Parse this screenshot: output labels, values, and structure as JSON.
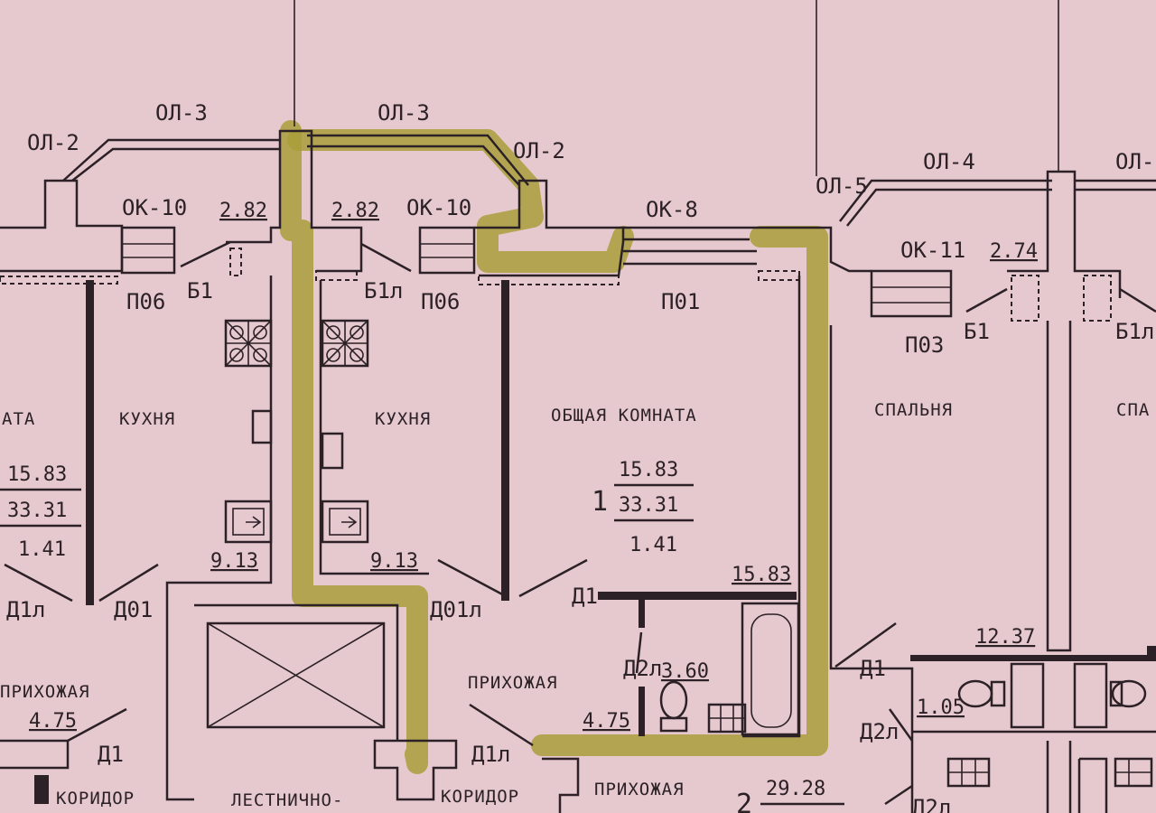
{
  "labels": {
    "ol3_left": "ОЛ-3",
    "ol2_left": "ОЛ-2",
    "ol3_mid": "ОЛ-3",
    "ol2_mid": "ОЛ-2",
    "ok8": "ОК-8",
    "ol5": "ОЛ-5",
    "ol4": "ОЛ-4",
    "ol_right": "ОЛ-",
    "ok10_left": "ОК-10",
    "ok10_mid": "ОК-10",
    "ok11": "ОК-11",
    "h_282_left": "2.82",
    "h_282_mid": "2.82",
    "h_274": "2.74",
    "p06_left": "П06",
    "p06_mid": "П06",
    "p01": "П01",
    "p03": "П03",
    "b1_left": "Б1",
    "b1l_mid": "Б1л",
    "b1_right": "Б1",
    "b1l_right": "Б1л",
    "d1l_left": "Д1л",
    "d01_left": "Д01",
    "d01l_mid": "Д01л",
    "d1_mid": "Д1",
    "d2l_mid": "Д2л",
    "d1_right": "Д1",
    "d2l_right": "Д2л",
    "d1_lower_left": "Д1",
    "d1l_lower_mid": "Д1л",
    "d2l_bottom_right": "Д2л"
  },
  "rooms": {
    "room_left_partial": "АТА",
    "kitchen_left": "КУХНЯ",
    "kitchen_mid": "КУХНЯ",
    "living_room": "ОБЩАЯ КОМНАТА",
    "bedroom": "СПАЛЬНЯ",
    "bedroom_right_partial": "СПА",
    "hall_left": "ПРИХОЖАЯ",
    "hall_mid": "ПРИХОЖАЯ",
    "hall_bottom": "ПРИХОЖАЯ",
    "corridor_left": "КОРИДОР",
    "corridor_mid": "КОРИДОР",
    "stairs": "ЛЕСТНИЧНО-"
  },
  "areas": {
    "left_living": "15.83",
    "left_total": "33.31",
    "left_balcony": "1.41",
    "kitchen_left": "9.13",
    "kitchen_mid": "9.13",
    "apt_number": "1",
    "living": "15.83",
    "total": "33.31",
    "balcony": "1.41",
    "living_label": "15.83",
    "bathroom": "3.60",
    "hall": "4.75",
    "hall_left": "4.75",
    "bedroom_right": "12.37",
    "right_bath": "1.05",
    "apt2_number": "2",
    "apt2_living": "29.28"
  },
  "colors": {
    "paper": "#e6c9cf",
    "ink": "#2b2126",
    "highlight": "#a89e3a"
  }
}
